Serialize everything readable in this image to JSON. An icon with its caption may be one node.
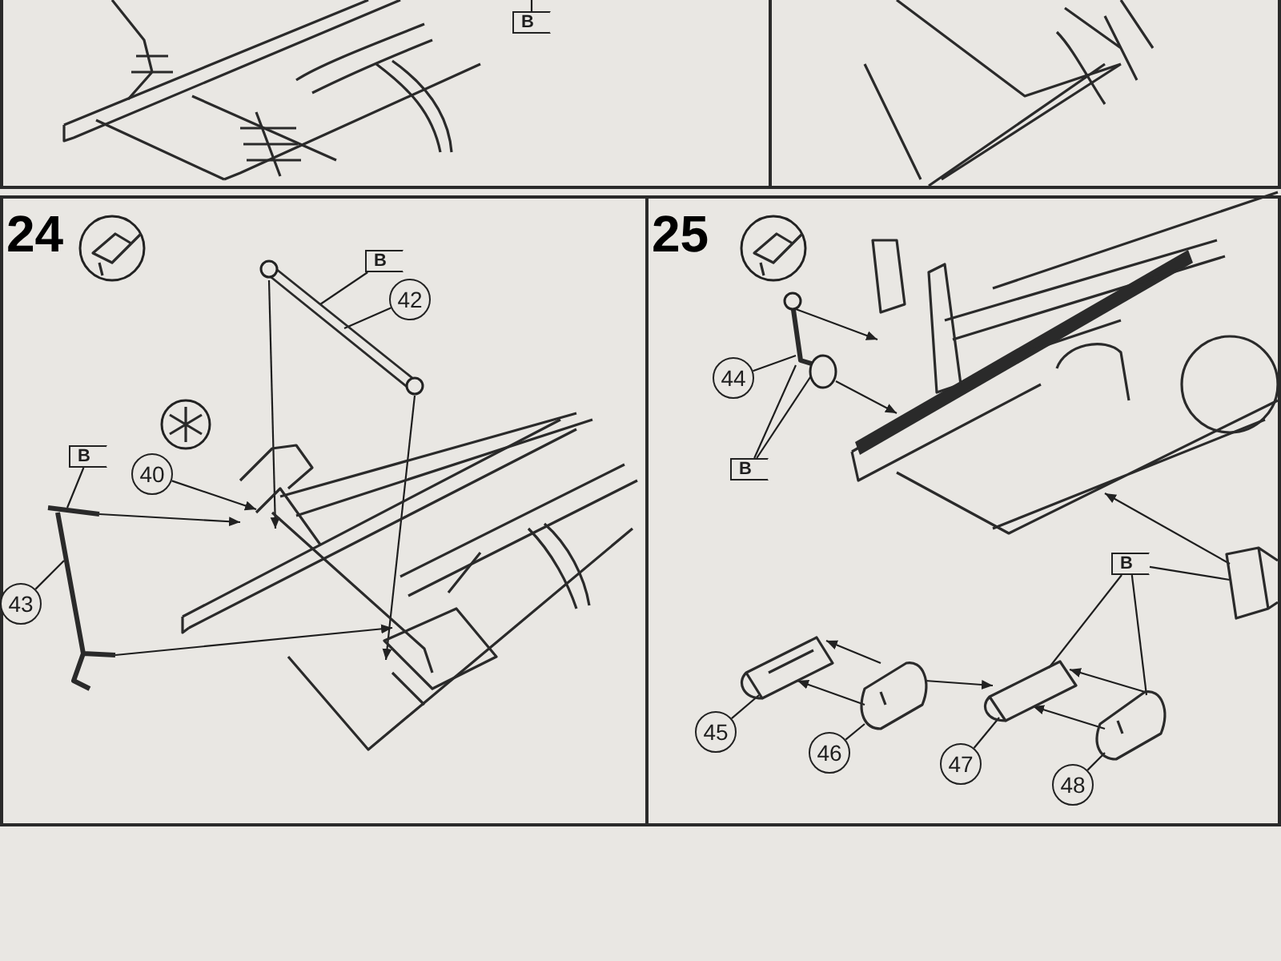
{
  "diagram": {
    "nodes": [
      {
        "text": [],
        "shape": "box"
      },
      {
        "text": [],
        "shape": "box"
      },
      {
        "text": [
          "B"
        ],
        "in": 0
      },
      {
        "text": [
          "24"
        ]
      },
      {
        "text": [
          "42"
        ],
        "in": 3
      },
      {
        "text": [
          "B"
        ],
        "in": 3
      },
      {
        "text": [],
        "shape": "picture",
        "in": 3
      },
      {
        "text": [
          "40"
        ],
        "in": 3
      },
      {
        "text": [
          "B"
        ],
        "in": 3
      },
      {
        "text": [
          "43"
        ],
        "in": 3
      },
      {
        "text": [],
        "shape": "picture",
        "in": 3
      },
      {
        "text": [],
        "shape": "picture",
        "in": 3
      },
      {
        "text": [
          "25"
        ]
      },
      {
        "text": [
          "44"
        ],
        "in": 12
      },
      {
        "text": [
          "B"
        ],
        "in": 12
      },
      {
        "text": [],
        "shape": "picture",
        "in": 12
      },
      {
        "text": [],
        "shape": "picture",
        "in": 12
      },
      {
        "text": [
          "B"
        ],
        "in": 12
      },
      {
        "text": [
          "45"
        ],
        "in": 12
      },
      {
        "text": [],
        "shape": "picture",
        "in": 12
      },
      {
        "text": [
          "46"
        ],
        "in": 12
      },
      {
        "text": [],
        "shape": "picture",
        "in": 12
      },
      {
        "text": [
          "47"
        ],
        "in": 12
      },
      {
        "text": [],
        "shape": "picture",
        "in": 12
      },
      {
        "text": [
          "48"
        ],
        "in": 12
      },
      {
        "text": [],
        "shape": "picture",
        "in": 12
      },
      {
        "text": [],
        "shape": "picture",
        "in": 12
      }
    ],
    "edges": [
      {
        "from": 2,
        "to": null,
        "arrow": "none"
      },
      {
        "from": 4,
        "to": 6,
        "arrow": "none"
      },
      {
        "from": 5,
        "to": 6,
        "arrow": "none"
      },
      {
        "from": 7,
        "to": 11,
        "arrow": "to"
      },
      {
        "from": 8,
        "to": 10,
        "arrow": "none"
      },
      {
        "from": 9,
        "to": 10,
        "arrow": "none"
      },
      {
        "from": 10,
        "to": 11,
        "arrow": "to"
      },
      {
        "from": 10,
        "to": 11,
        "arrow": "to"
      },
      {
        "from": 6,
        "to": 11,
        "arrow": "to"
      },
      {
        "from": 6,
        "to": 11,
        "arrow": "to"
      },
      {
        "from": 13,
        "to": 15,
        "arrow": "none"
      },
      {
        "from": 14,
        "to": 15,
        "arrow": "none"
      },
      {
        "from": 14,
        "to": 15,
        "arrow": "none"
      },
      {
        "from": 15,
        "to": 16,
        "arrow": "to"
      },
      {
        "from": 15,
        "to": 16,
        "arrow": "to"
      },
      {
        "from": 17,
        "to": 23,
        "arrow": "none"
      },
      {
        "from": 17,
        "to": 25,
        "arrow": "none"
      },
      {
        "from": 17,
        "to": 26,
        "arrow": "none"
      },
      {
        "from": 26,
        "to": 16,
        "arrow": "to"
      },
      {
        "from": 18,
        "to": 19,
        "arrow": "none"
      },
      {
        "from": 20,
        "to": 21,
        "arrow": "none"
      },
      {
        "from": 22,
        "to": 23,
        "arrow": "none"
      },
      {
        "from": 24,
        "to": 25,
        "arrow": "none"
      },
      {
        "from": 21,
        "to": 19,
        "arrow": "to"
      },
      {
        "from": 21,
        "to": 19,
        "arrow": "to"
      },
      {
        "from": 21,
        "to": 23,
        "arrow": "to"
      },
      {
        "from": 25,
        "to": 23,
        "arrow": "to"
      },
      {
        "from": 25,
        "to": 23,
        "arrow": "to"
      }
    ]
  }
}
